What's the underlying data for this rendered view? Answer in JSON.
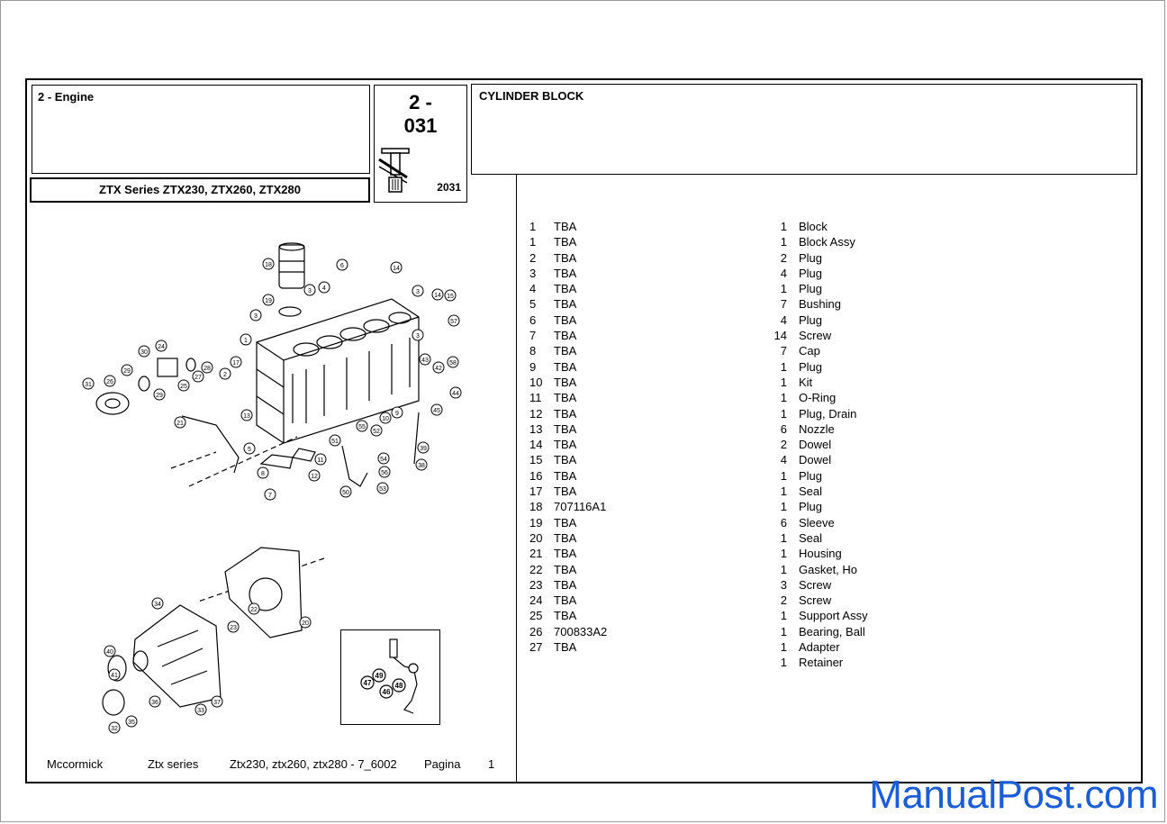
{
  "header": {
    "section": "2 - Engine",
    "series": "ZTX Series ZTX230, ZTX260, ZTX280",
    "page_number": "2 -\n031",
    "page_number_line1": "2 -",
    "page_number_line2": "031",
    "page_code": "2031",
    "title": "CYLINDER BLOCK"
  },
  "footer": {
    "brand": "Mccormick",
    "series": "Ztx series",
    "models": "Ztx230, ztx260, ztx280 - 7_6002",
    "page_label": "Pagina",
    "page_value": "1"
  },
  "diagram": {
    "callouts": [
      "18",
      "6",
      "14",
      "3",
      "4",
      "3",
      "14",
      "15",
      "19",
      "3",
      "57",
      "1",
      "3",
      "24",
      "30",
      "28",
      "27",
      "29",
      "17",
      "2",
      "26",
      "31",
      "29",
      "25",
      "43",
      "42",
      "58",
      "44",
      "21",
      "13",
      "5",
      "10",
      "9",
      "45",
      "55",
      "52",
      "51",
      "54",
      "11",
      "8",
      "12",
      "56",
      "53",
      "7",
      "50",
      "39",
      "38",
      "34",
      "22",
      "20",
      "40",
      "23",
      "41",
      "36",
      "37",
      "33",
      "35",
      "32"
    ],
    "inset_callouts": [
      "49",
      "47",
      "46",
      "48"
    ]
  },
  "parts": [
    {
      "ref": "1",
      "part": "TBA",
      "qty": "1",
      "desc": "Block"
    },
    {
      "ref": "1",
      "part": "TBA",
      "qty": "1",
      "desc": "Block Assy"
    },
    {
      "ref": "2",
      "part": "TBA",
      "qty": "2",
      "desc": "Plug"
    },
    {
      "ref": "3",
      "part": "TBA",
      "qty": "4",
      "desc": "Plug"
    },
    {
      "ref": "4",
      "part": "TBA",
      "qty": "1",
      "desc": "Plug"
    },
    {
      "ref": "5",
      "part": "TBA",
      "qty": "7",
      "desc": "Bushing"
    },
    {
      "ref": "6",
      "part": "TBA",
      "qty": "4",
      "desc": "Plug"
    },
    {
      "ref": "7",
      "part": "TBA",
      "qty": "14",
      "desc": "Screw"
    },
    {
      "ref": "8",
      "part": "TBA",
      "qty": "7",
      "desc": "Cap"
    },
    {
      "ref": "9",
      "part": "TBA",
      "qty": "1",
      "desc": "Plug"
    },
    {
      "ref": "10",
      "part": "TBA",
      "qty": "1",
      "desc": "Kit"
    },
    {
      "ref": "11",
      "part": "TBA",
      "qty": "1",
      "desc": "O-Ring"
    },
    {
      "ref": "12",
      "part": "TBA",
      "qty": "1",
      "desc": "Plug, Drain"
    },
    {
      "ref": "13",
      "part": "TBA",
      "qty": "6",
      "desc": "Nozzle"
    },
    {
      "ref": "14",
      "part": "TBA",
      "qty": "2",
      "desc": "Dowel"
    },
    {
      "ref": "15",
      "part": "TBA",
      "qty": "4",
      "desc": "Dowel"
    },
    {
      "ref": "16",
      "part": "TBA",
      "qty": "1",
      "desc": "Plug"
    },
    {
      "ref": "17",
      "part": "TBA",
      "qty": "1",
      "desc": "Seal"
    },
    {
      "ref": "18",
      "part": "707116A1",
      "qty": "1",
      "desc": "Plug"
    },
    {
      "ref": "19",
      "part": "TBA",
      "qty": "6",
      "desc": "Sleeve"
    },
    {
      "ref": "20",
      "part": "TBA",
      "qty": "1",
      "desc": "Seal"
    },
    {
      "ref": "21",
      "part": "TBA",
      "qty": "1",
      "desc": "Housing"
    },
    {
      "ref": "22",
      "part": "TBA",
      "qty": "1",
      "desc": "Gasket, Ho"
    },
    {
      "ref": "23",
      "part": "TBA",
      "qty": "3",
      "desc": "Screw"
    },
    {
      "ref": "24",
      "part": "TBA",
      "qty": "2",
      "desc": "Screw"
    },
    {
      "ref": "25",
      "part": "TBA",
      "qty": "1",
      "desc": "Support Assy"
    },
    {
      "ref": "26",
      "part": "700833A2",
      "qty": "1",
      "desc": "Bearing, Ball"
    },
    {
      "ref": "27",
      "part": "TBA",
      "qty": "1",
      "desc": "Adapter"
    },
    {
      "ref": "",
      "part": "",
      "qty": "1",
      "desc": "Retainer"
    }
  ],
  "watermark": "ManualPost.com"
}
